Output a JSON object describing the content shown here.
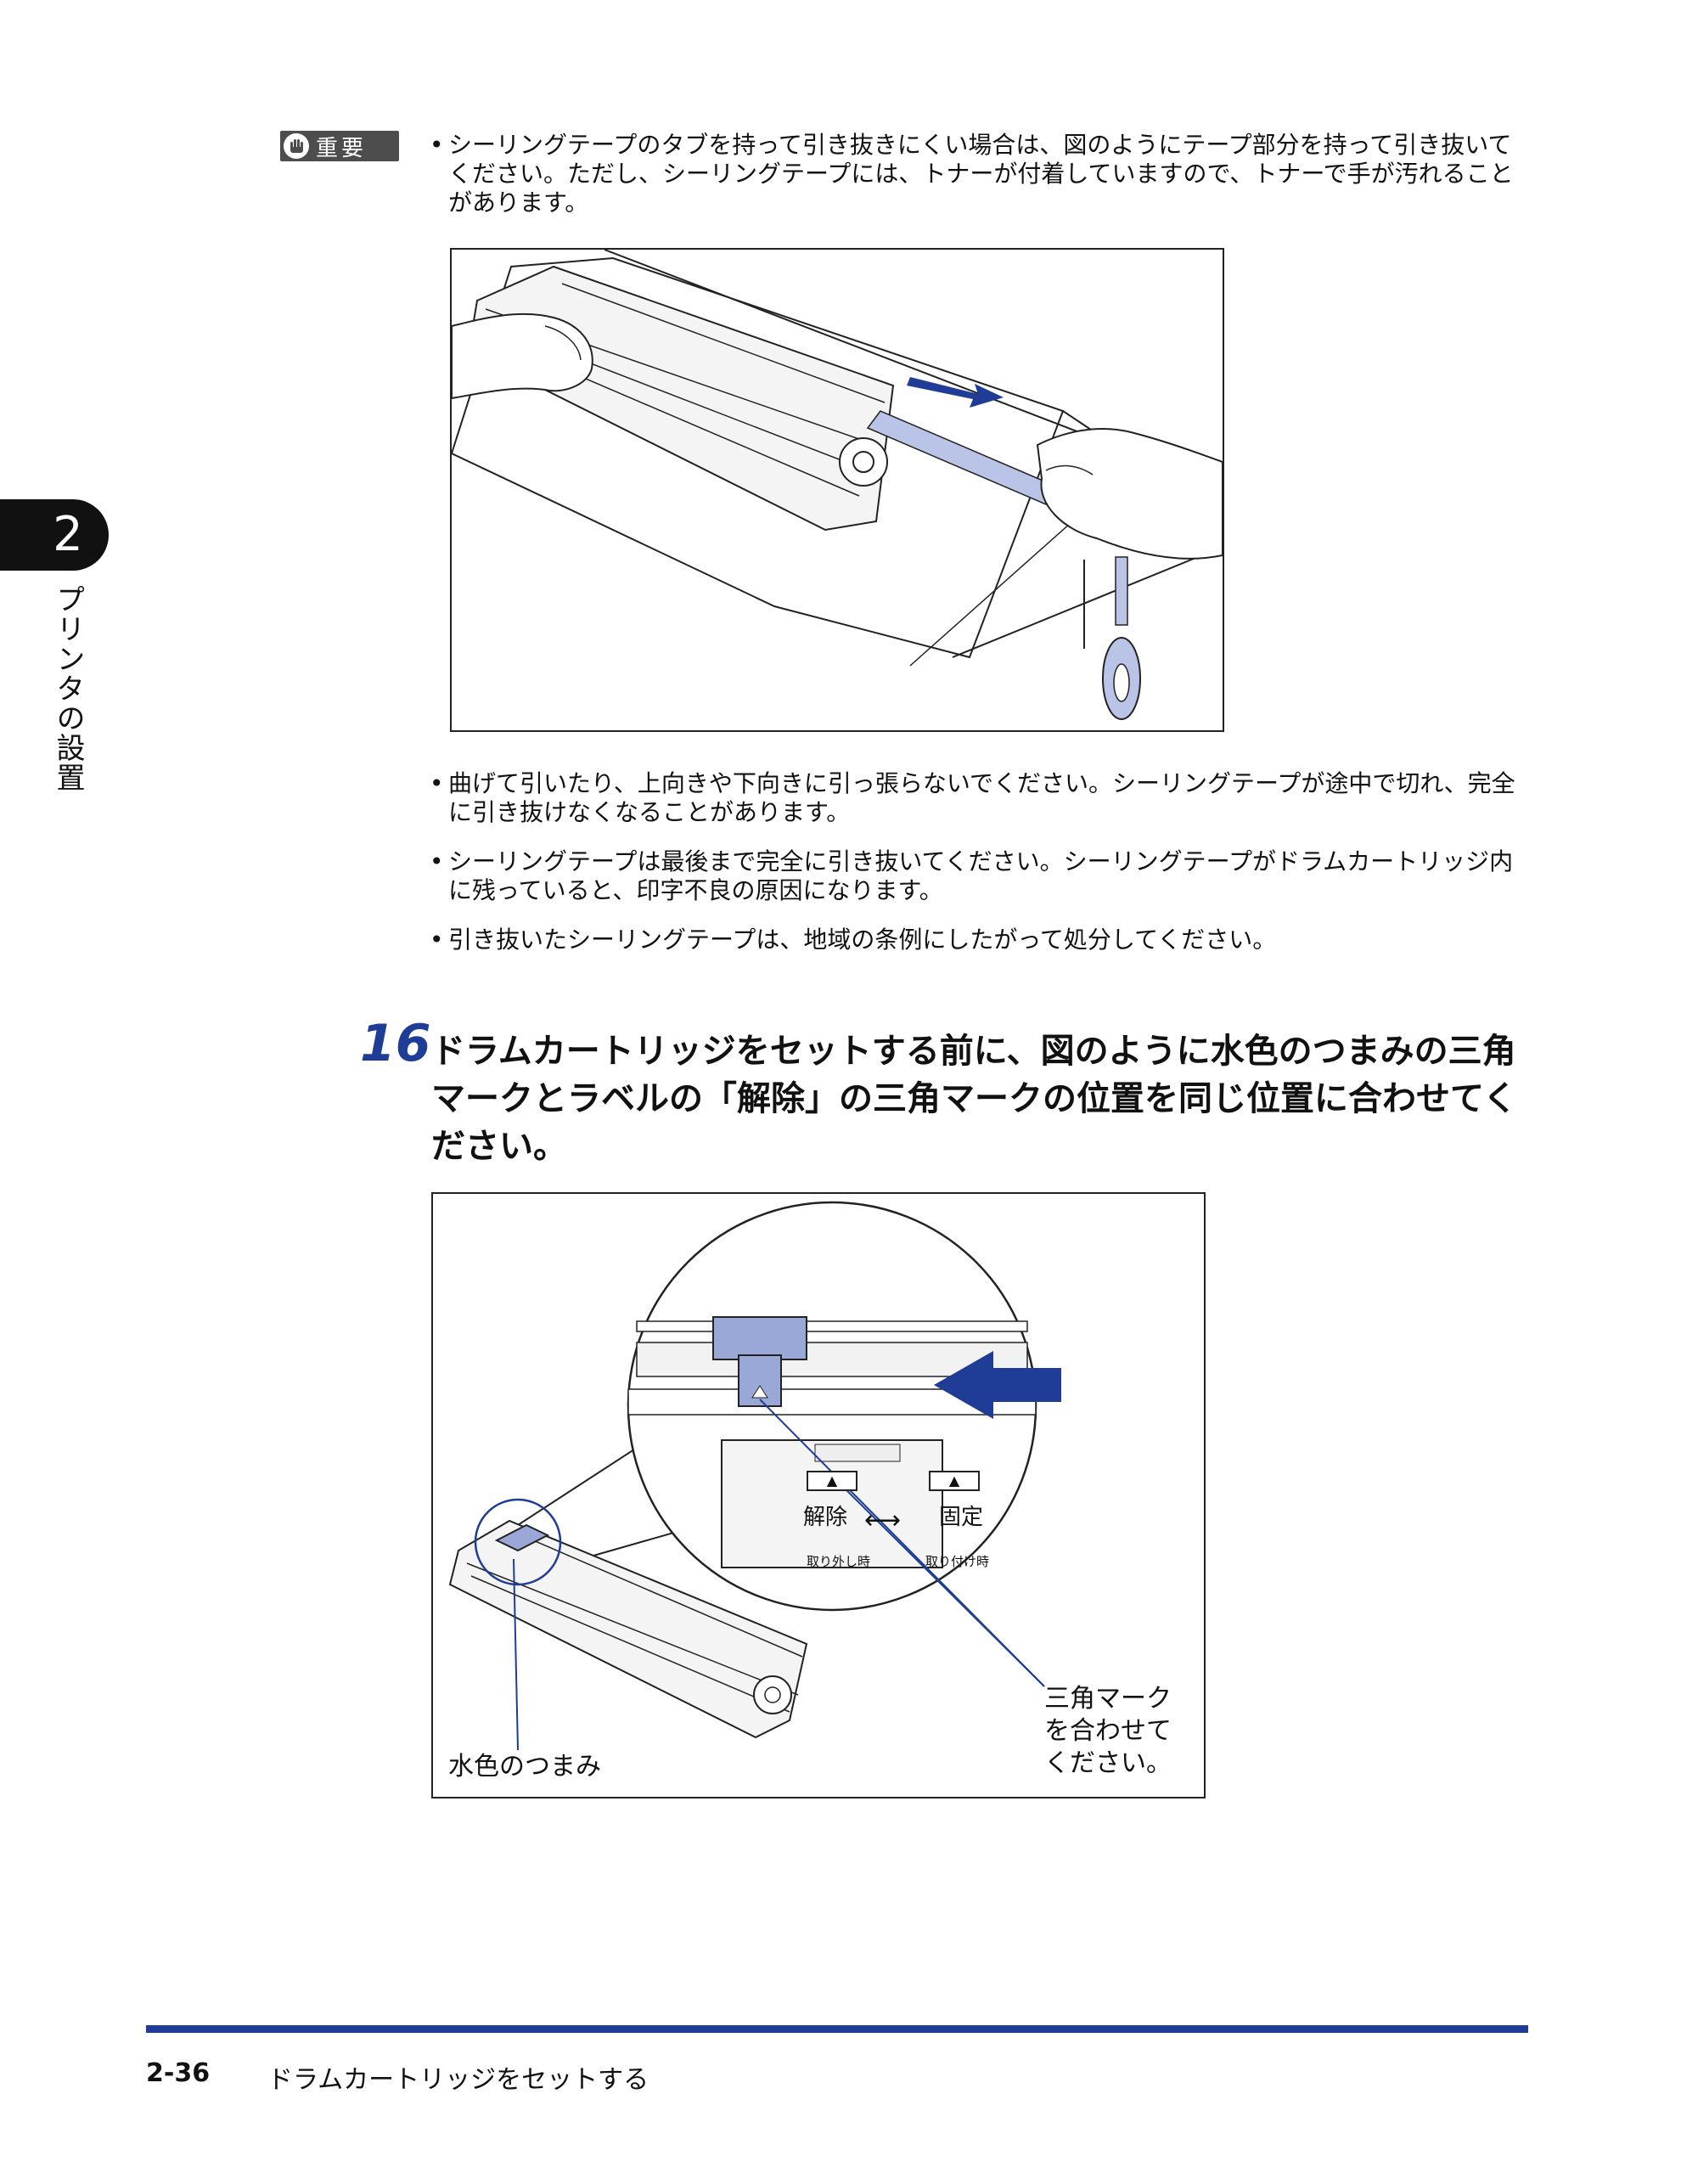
{
  "chapter": {
    "number": "2",
    "title": "プリンタの設置"
  },
  "important": {
    "badge_label": "重要",
    "icon": "hand-icon"
  },
  "notes_top": [
    "シーリングテープのタブを持って引き抜きにくい場合は、図のようにテープ部分を持って引き抜いてください。ただし、シーリングテープには、トナーが付着していますので、トナーで手が汚れることがあります。"
  ],
  "notes_bottom": [
    "曲げて引いたり、上向きや下向きに引っ張らないでください。シーリングテープが途中で切れ、完全に引き抜けなくなることがあります。",
    "シーリングテープは最後まで完全に引き抜いてください。シーリングテープがドラムカートリッジ内に残っていると、印字不良の原因になります。",
    "引き抜いたシーリングテープは、地域の条例にしたがって処分してください。"
  ],
  "bullet": "•",
  "step": {
    "number": "16",
    "text": "ドラムカートリッジをセットする前に、図のように水色のつまみの三角マークとラベルの「解除」の三角マークの位置を同じ位置に合わせてください。"
  },
  "figure2": {
    "label_knob": "水色のつまみ",
    "label_align": [
      "三角マーク",
      "を合わせて",
      "ください。"
    ],
    "plate_release": "解除",
    "plate_fix": "固定",
    "plate_remove_time": "取り外し時",
    "plate_attach_time": "取り付け時",
    "triangle": "▲",
    "double_arrow": "⟷"
  },
  "footer": {
    "page_number": "2-36",
    "title": "ドラムカートリッジをセットする"
  },
  "colors": {
    "accent_blue": "#1f3d96",
    "tape_blue": "#b9c4e6",
    "knob_blue": "#9aa8d8"
  }
}
